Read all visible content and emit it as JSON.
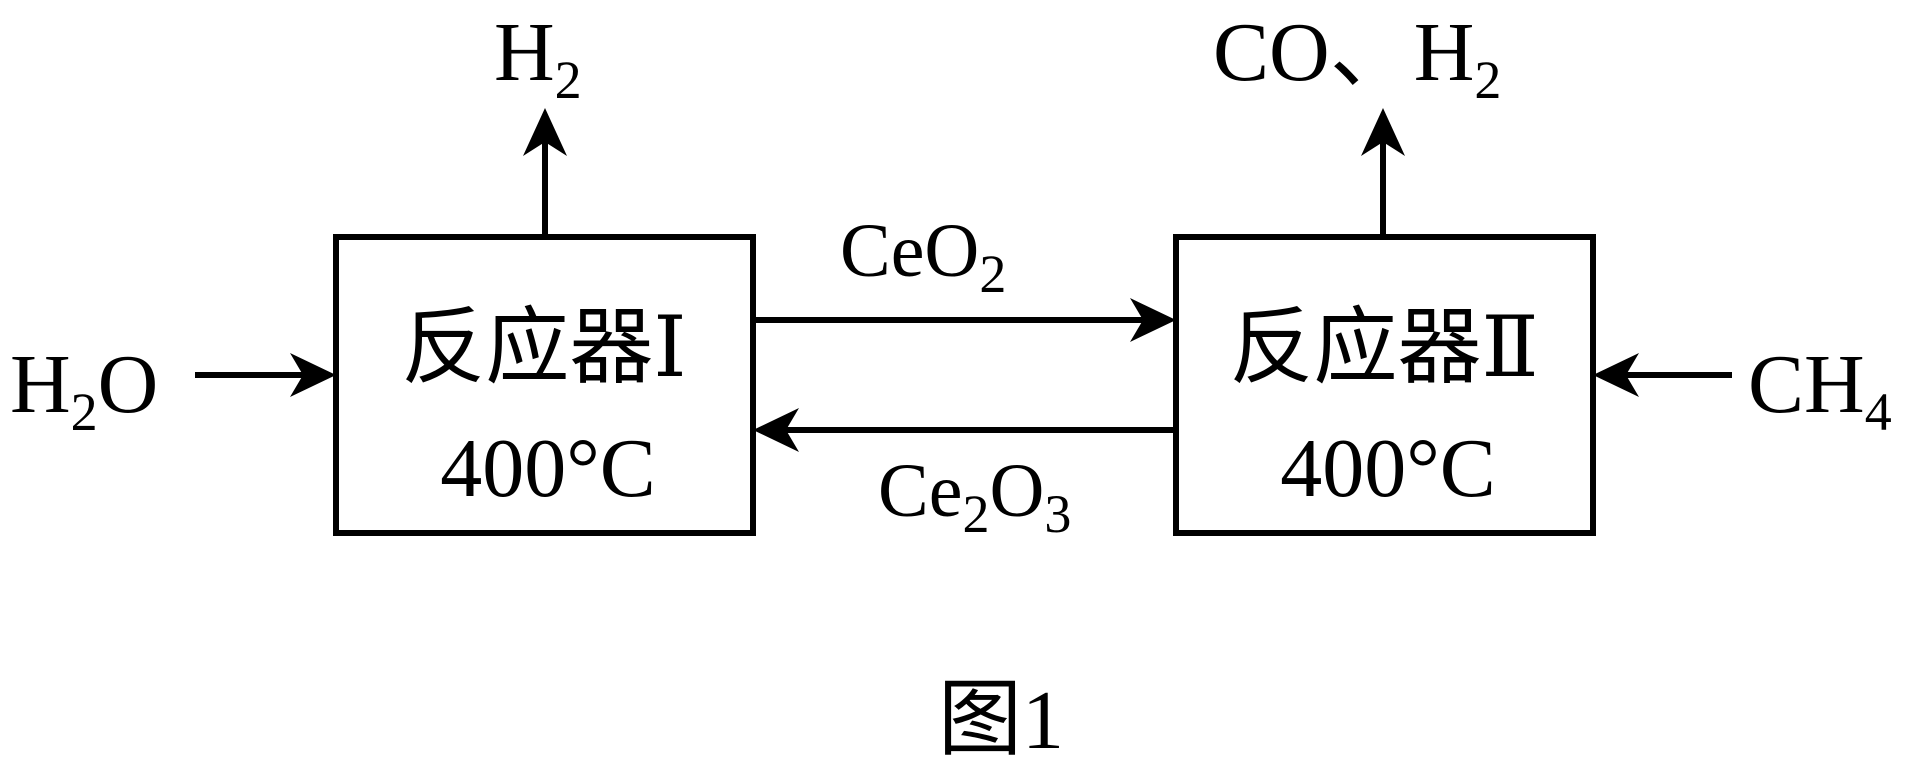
{
  "reactor1": {
    "name": "反应器Ⅰ",
    "temperature": "400°C"
  },
  "reactor2": {
    "name": "反应器Ⅱ",
    "temperature": "400°C"
  },
  "inputs": {
    "left": {
      "main1": "H",
      "sub": "2",
      "main2": "O"
    },
    "right": {
      "main1": "CH",
      "sub": "4"
    }
  },
  "outputs": {
    "left": {
      "main1": "H",
      "sub": "2"
    },
    "right": {
      "main1": "CO、H",
      "sub": "2"
    }
  },
  "transfer": {
    "forward": {
      "main1": "CeO",
      "sub": "2"
    },
    "backward": {
      "main1": "Ce",
      "sub1": "2",
      "main2": "O",
      "sub2": "3"
    }
  },
  "caption": "图1"
}
